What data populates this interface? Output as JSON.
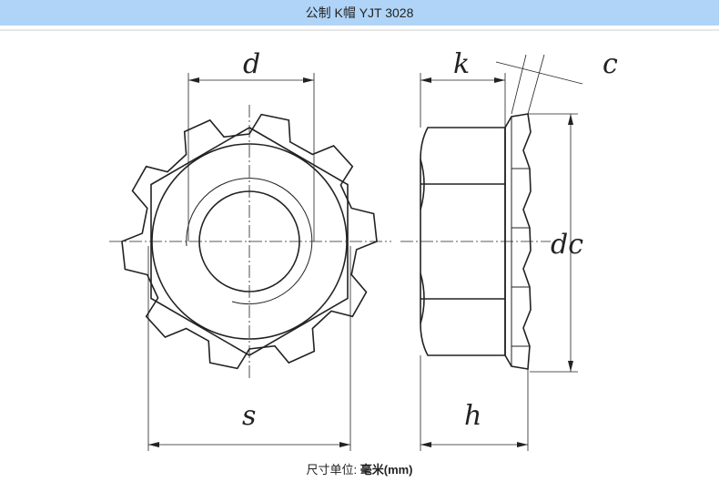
{
  "header": {
    "title": "公制 K帽 YJT 3028"
  },
  "drawing": {
    "labels": {
      "d": "d",
      "k": "k",
      "c": "c",
      "dc": "dc",
      "s": "s",
      "h": "h"
    }
  },
  "footer": {
    "unit_label": "尺寸单位:",
    "unit_value": "毫米(mm)"
  }
}
